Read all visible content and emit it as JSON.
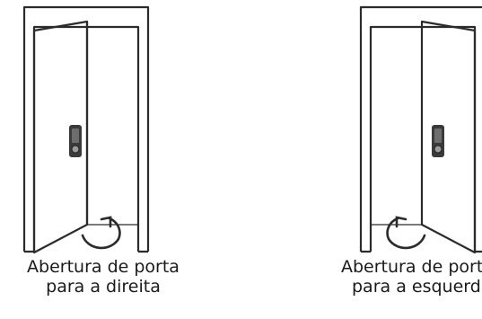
{
  "diagrams": [
    {
      "id": "right-opening",
      "caption_line1": "Abertura de porta",
      "caption_line2": "para a direita",
      "rotation_arrow": "counter-clockwise-arrow-icon"
    },
    {
      "id": "left-opening",
      "caption_line1": "Abertura de porta",
      "caption_line2": "para a esquerda",
      "rotation_arrow": "clockwise-arrow-icon"
    }
  ],
  "colors": {
    "stroke": "#2b2b2b",
    "lock_body": "#3a3a3a",
    "background": "#ffffff"
  }
}
